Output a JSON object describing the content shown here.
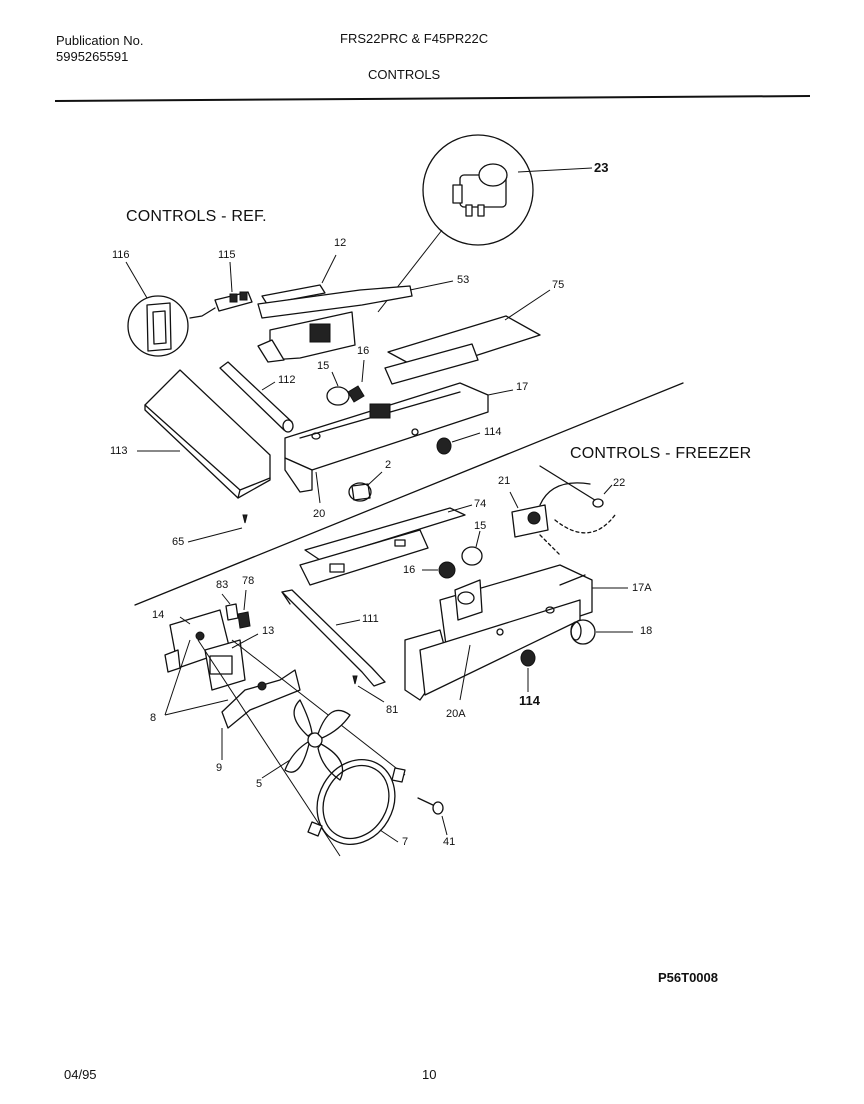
{
  "header": {
    "publication_label": "Publication No.",
    "publication_number": "5995265591",
    "models": "FRS22PRC & F45PR22C",
    "section": "CONTROLS"
  },
  "sections": {
    "ref": "CONTROLS - REF.",
    "freezer": "CONTROLS - FREEZER"
  },
  "parts": {
    "p23": "23",
    "p116": "116",
    "p115": "115",
    "p12": "12",
    "p53": "53",
    "p75": "75",
    "p16a": "16",
    "p15a": "15",
    "p112": "112",
    "p17": "17",
    "p113": "113",
    "p114a": "114",
    "p2": "2",
    "p20": "20",
    "p65": "65",
    "p74": "74",
    "p21": "21",
    "p22": "22",
    "p15b": "15",
    "p16b": "16",
    "p83": "83",
    "p78": "78",
    "p14": "14",
    "p13": "13",
    "p111": "111",
    "p17a": "17A",
    "p18": "18",
    "p8": "8",
    "p81": "81",
    "p20a": "20A",
    "p114b": "114",
    "p9": "9",
    "p5": "5",
    "p7": "7",
    "p41": "41"
  },
  "footer": {
    "diagram_code": "P56T0008",
    "date": "04/95",
    "page": "10"
  }
}
